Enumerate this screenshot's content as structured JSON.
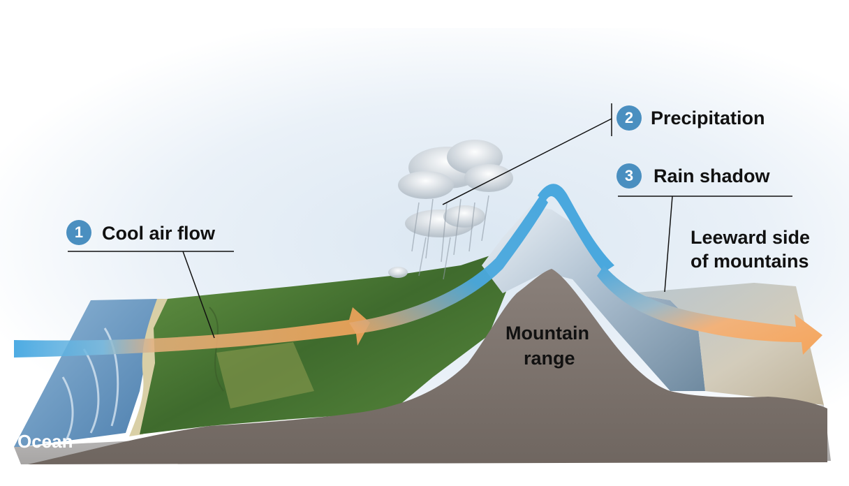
{
  "labels": {
    "cool_air": {
      "number": "1",
      "text": "Cool air flow"
    },
    "precipitation": {
      "number": "2",
      "text": "Precipitation"
    },
    "rain_shadow": {
      "number": "3",
      "text": "Rain shadow"
    },
    "leeward_line1": "Leeward side",
    "leeward_line2": "of mountains",
    "mountain_line1": "Mountain",
    "mountain_line2": "range",
    "ocean": "Ocean"
  },
  "colors": {
    "badge": "#4a8fc0",
    "cool_arrow": "#4aa8de",
    "warm_arrow": "#f2a35e",
    "terrain_green": "#4f7a36",
    "rock": "#7d736e",
    "ocean": "#5f8fb8",
    "dry_land": "#c9c3b4"
  }
}
